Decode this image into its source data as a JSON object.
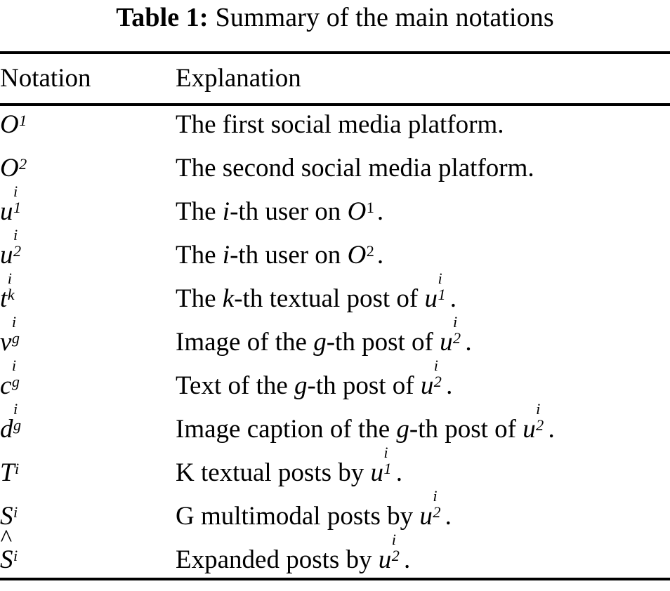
{
  "caption": {
    "label": "Table 1:",
    "text": "Summary of the main notations"
  },
  "table": {
    "columns": [
      {
        "key": "notation",
        "header": "Notation"
      },
      {
        "key": "explanation",
        "header": "Explanation"
      }
    ],
    "rows": [
      {
        "notation_plain": "O_1",
        "notation": {
          "base": "O",
          "sub": "1",
          "sup": "",
          "hat": false
        },
        "explanation_plain": "The first social media platform.",
        "explanation_parts": [
          {
            "text": "The first social media platform.",
            "style": "roman"
          }
        ]
      },
      {
        "notation_plain": "O_2",
        "notation": {
          "base": "O",
          "sub": "2",
          "sup": "",
          "hat": false
        },
        "explanation_plain": "The second social media platform.",
        "explanation_parts": [
          {
            "text": "The second social media platform.",
            "style": "roman"
          }
        ]
      },
      {
        "notation_plain": "u_1^i",
        "notation": {
          "base": "u",
          "sub": "1",
          "sup": "i",
          "hat": false
        },
        "explanation_plain": "The i-th user on O_1.",
        "explanation_parts": [
          {
            "text": "The ",
            "style": "roman"
          },
          {
            "text": "i",
            "style": "italic"
          },
          {
            "text": "-th user on ",
            "style": "roman"
          },
          {
            "text": "O",
            "style": "italic"
          },
          {
            "text": "1",
            "style": "sub"
          },
          {
            "text": ".",
            "style": "roman"
          }
        ]
      },
      {
        "notation_plain": "u_2^i",
        "notation": {
          "base": "u",
          "sub": "2",
          "sup": "i",
          "hat": false
        },
        "explanation_plain": "The i-th user on O_2.",
        "explanation_parts": [
          {
            "text": "The ",
            "style": "roman"
          },
          {
            "text": "i",
            "style": "italic"
          },
          {
            "text": "-th user on ",
            "style": "roman"
          },
          {
            "text": "O",
            "style": "italic"
          },
          {
            "text": "2",
            "style": "sub"
          },
          {
            "text": ".",
            "style": "roman"
          }
        ]
      },
      {
        "notation_plain": "t_k^i",
        "notation": {
          "base": "t",
          "sub": "k",
          "sup": "i",
          "hat": false
        },
        "explanation_plain": "The k-th textual post of u_1^i.",
        "explanation_parts": [
          {
            "text": "The ",
            "style": "roman"
          },
          {
            "text": "k",
            "style": "italic"
          },
          {
            "text": "-th textual post of ",
            "style": "roman"
          },
          {
            "text": "u",
            "style": "italic"
          },
          {
            "text": "1|i",
            "style": "supsub"
          },
          {
            "text": ".",
            "style": "roman"
          }
        ]
      },
      {
        "notation_plain": "v_g^i",
        "notation": {
          "base": "v",
          "sub": "g",
          "sup": "i",
          "hat": false
        },
        "explanation_plain": "Image of the g-th post of u_2^i.",
        "explanation_parts": [
          {
            "text": "Image of the ",
            "style": "roman"
          },
          {
            "text": "g",
            "style": "italic"
          },
          {
            "text": "-th post of ",
            "style": "roman"
          },
          {
            "text": "u",
            "style": "italic"
          },
          {
            "text": "2|i",
            "style": "supsub"
          },
          {
            "text": ".",
            "style": "roman"
          }
        ]
      },
      {
        "notation_plain": "c_g^i",
        "notation": {
          "base": "c",
          "sub": "g",
          "sup": "i",
          "hat": false
        },
        "explanation_plain": "Text of the g-th post of u_2^i.",
        "explanation_parts": [
          {
            "text": "Text of the ",
            "style": "roman"
          },
          {
            "text": "g",
            "style": "italic"
          },
          {
            "text": "-th post of ",
            "style": "roman"
          },
          {
            "text": "u",
            "style": "italic"
          },
          {
            "text": "2|i",
            "style": "supsub"
          },
          {
            "text": ".",
            "style": "roman"
          }
        ]
      },
      {
        "notation_plain": "d_g^i",
        "notation": {
          "base": "d",
          "sub": "g",
          "sup": "i",
          "hat": false
        },
        "explanation_plain": "Image caption of the g-th post of u_2^i.",
        "explanation_parts": [
          {
            "text": "Image caption of the ",
            "style": "roman"
          },
          {
            "text": "g",
            "style": "italic"
          },
          {
            "text": "-th post of ",
            "style": "roman"
          },
          {
            "text": "u",
            "style": "italic"
          },
          {
            "text": "2|i",
            "style": "supsub"
          },
          {
            "text": ".",
            "style": "roman"
          }
        ]
      },
      {
        "notation_plain": "T_i",
        "notation": {
          "base": "T",
          "sub": "i",
          "sup": "",
          "hat": false
        },
        "explanation_plain": "K textual posts by u_1^i.",
        "explanation_parts": [
          {
            "text": "K textual posts by ",
            "style": "roman"
          },
          {
            "text": "u",
            "style": "italic"
          },
          {
            "text": "1|i",
            "style": "supsub"
          },
          {
            "text": ".",
            "style": "roman"
          }
        ]
      },
      {
        "notation_plain": "S_i",
        "notation": {
          "base": "S",
          "sub": "i",
          "sup": "",
          "hat": false
        },
        "explanation_plain": "G multimodal posts by u_2^i.",
        "explanation_parts": [
          {
            "text": "G multimodal posts by ",
            "style": "roman"
          },
          {
            "text": "u",
            "style": "italic"
          },
          {
            "text": "2|i",
            "style": "supsub"
          },
          {
            "text": ".",
            "style": "roman"
          }
        ]
      },
      {
        "notation_plain": "S-hat_i",
        "notation": {
          "base": "S",
          "sub": "i",
          "sup": "",
          "hat": true
        },
        "explanation_plain": "Expanded posts by u_2^i.",
        "explanation_parts": [
          {
            "text": "Expanded posts by ",
            "style": "roman"
          },
          {
            "text": "u",
            "style": "italic"
          },
          {
            "text": "2|i",
            "style": "supsub"
          },
          {
            "text": ".",
            "style": "roman"
          }
        ]
      }
    ]
  },
  "style": {
    "text_color": "#000000",
    "background_color": "#ffffff",
    "rule_color": "#000000"
  }
}
